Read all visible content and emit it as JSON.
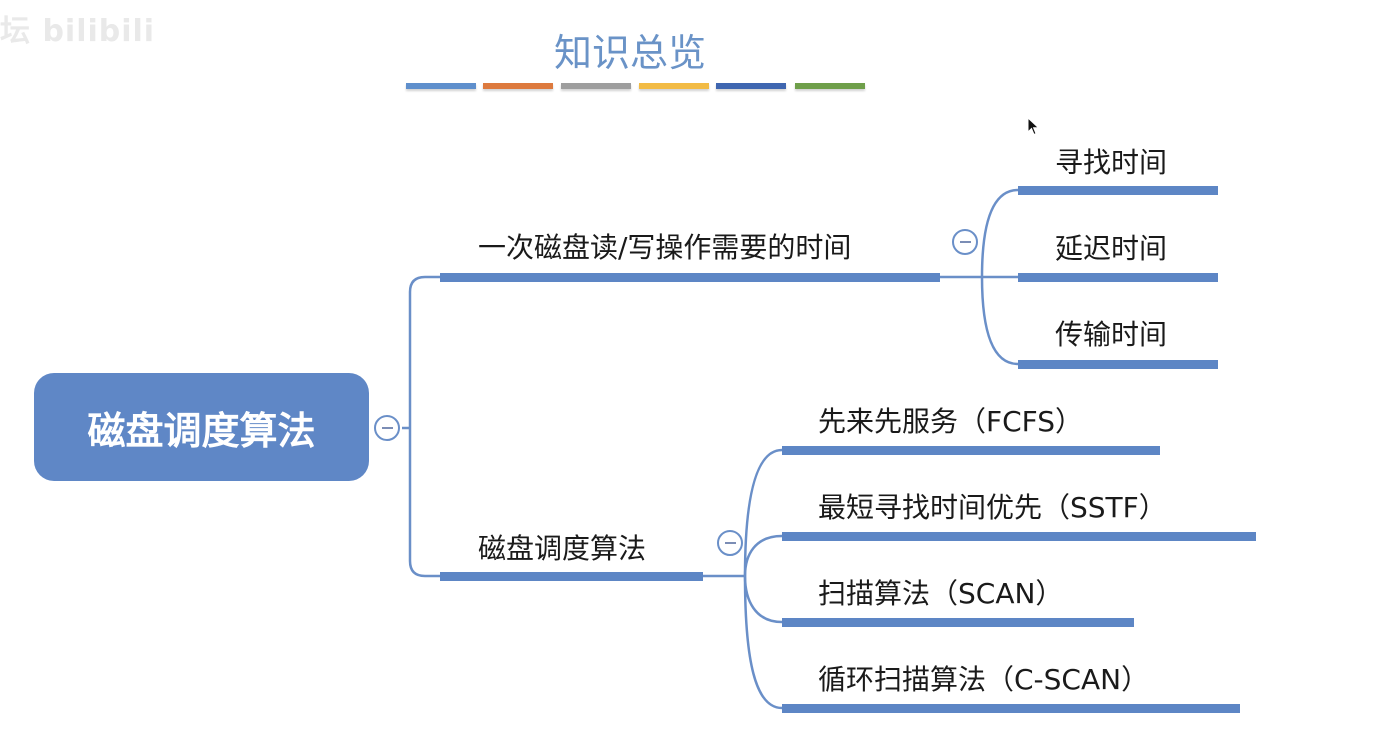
{
  "watermark": "坛 bilibili",
  "title": "知识总览",
  "color_bars": [
    "#5f8fcc",
    "#dd7a3e",
    "#9e9e9e",
    "#f2bb45",
    "#3f66b0",
    "#6f9f4a"
  ],
  "colors": {
    "accent": "#5d86c5",
    "line": "#6a8fc8",
    "root_fill": "#5f87c6",
    "title_text": "#6a93c7"
  },
  "root": {
    "label": "磁盘调度算法",
    "collapse_icon": "minus-circle-icon"
  },
  "branches": [
    {
      "label": "一次磁盘读/写操作需要的时间",
      "collapse_icon": "minus-circle-icon",
      "children": [
        {
          "label": "寻找时间"
        },
        {
          "label": "延迟时间"
        },
        {
          "label": "传输时间"
        }
      ]
    },
    {
      "label": "磁盘调度算法",
      "collapse_icon": "minus-circle-icon",
      "children": [
        {
          "label": "先来先服务（FCFS）"
        },
        {
          "label": "最短寻找时间优先（SSTF）"
        },
        {
          "label": "扫描算法（SCAN）"
        },
        {
          "label": "循环扫描算法（C-SCAN）"
        }
      ]
    }
  ],
  "cursor_icon": "mouse-pointer-icon"
}
